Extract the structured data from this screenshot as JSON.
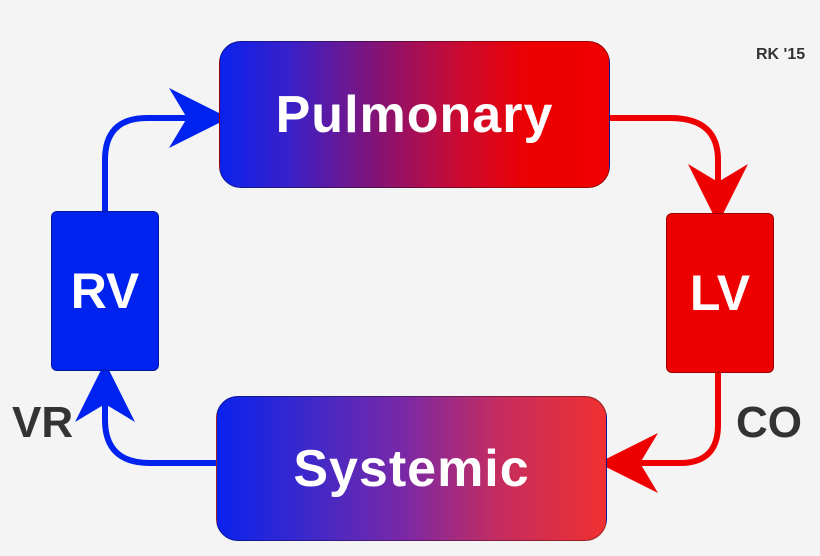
{
  "diagram": {
    "nodes": {
      "pulmonary": "Pulmonary",
      "systemic": "Systemic",
      "rv": "RV",
      "lv": "LV"
    },
    "edge_labels": {
      "vr": "VR",
      "co": "CO"
    },
    "credit": "RK '15",
    "colors": {
      "blue": "#0022ee",
      "red": "#ee0000",
      "text_dark": "#333333"
    }
  }
}
